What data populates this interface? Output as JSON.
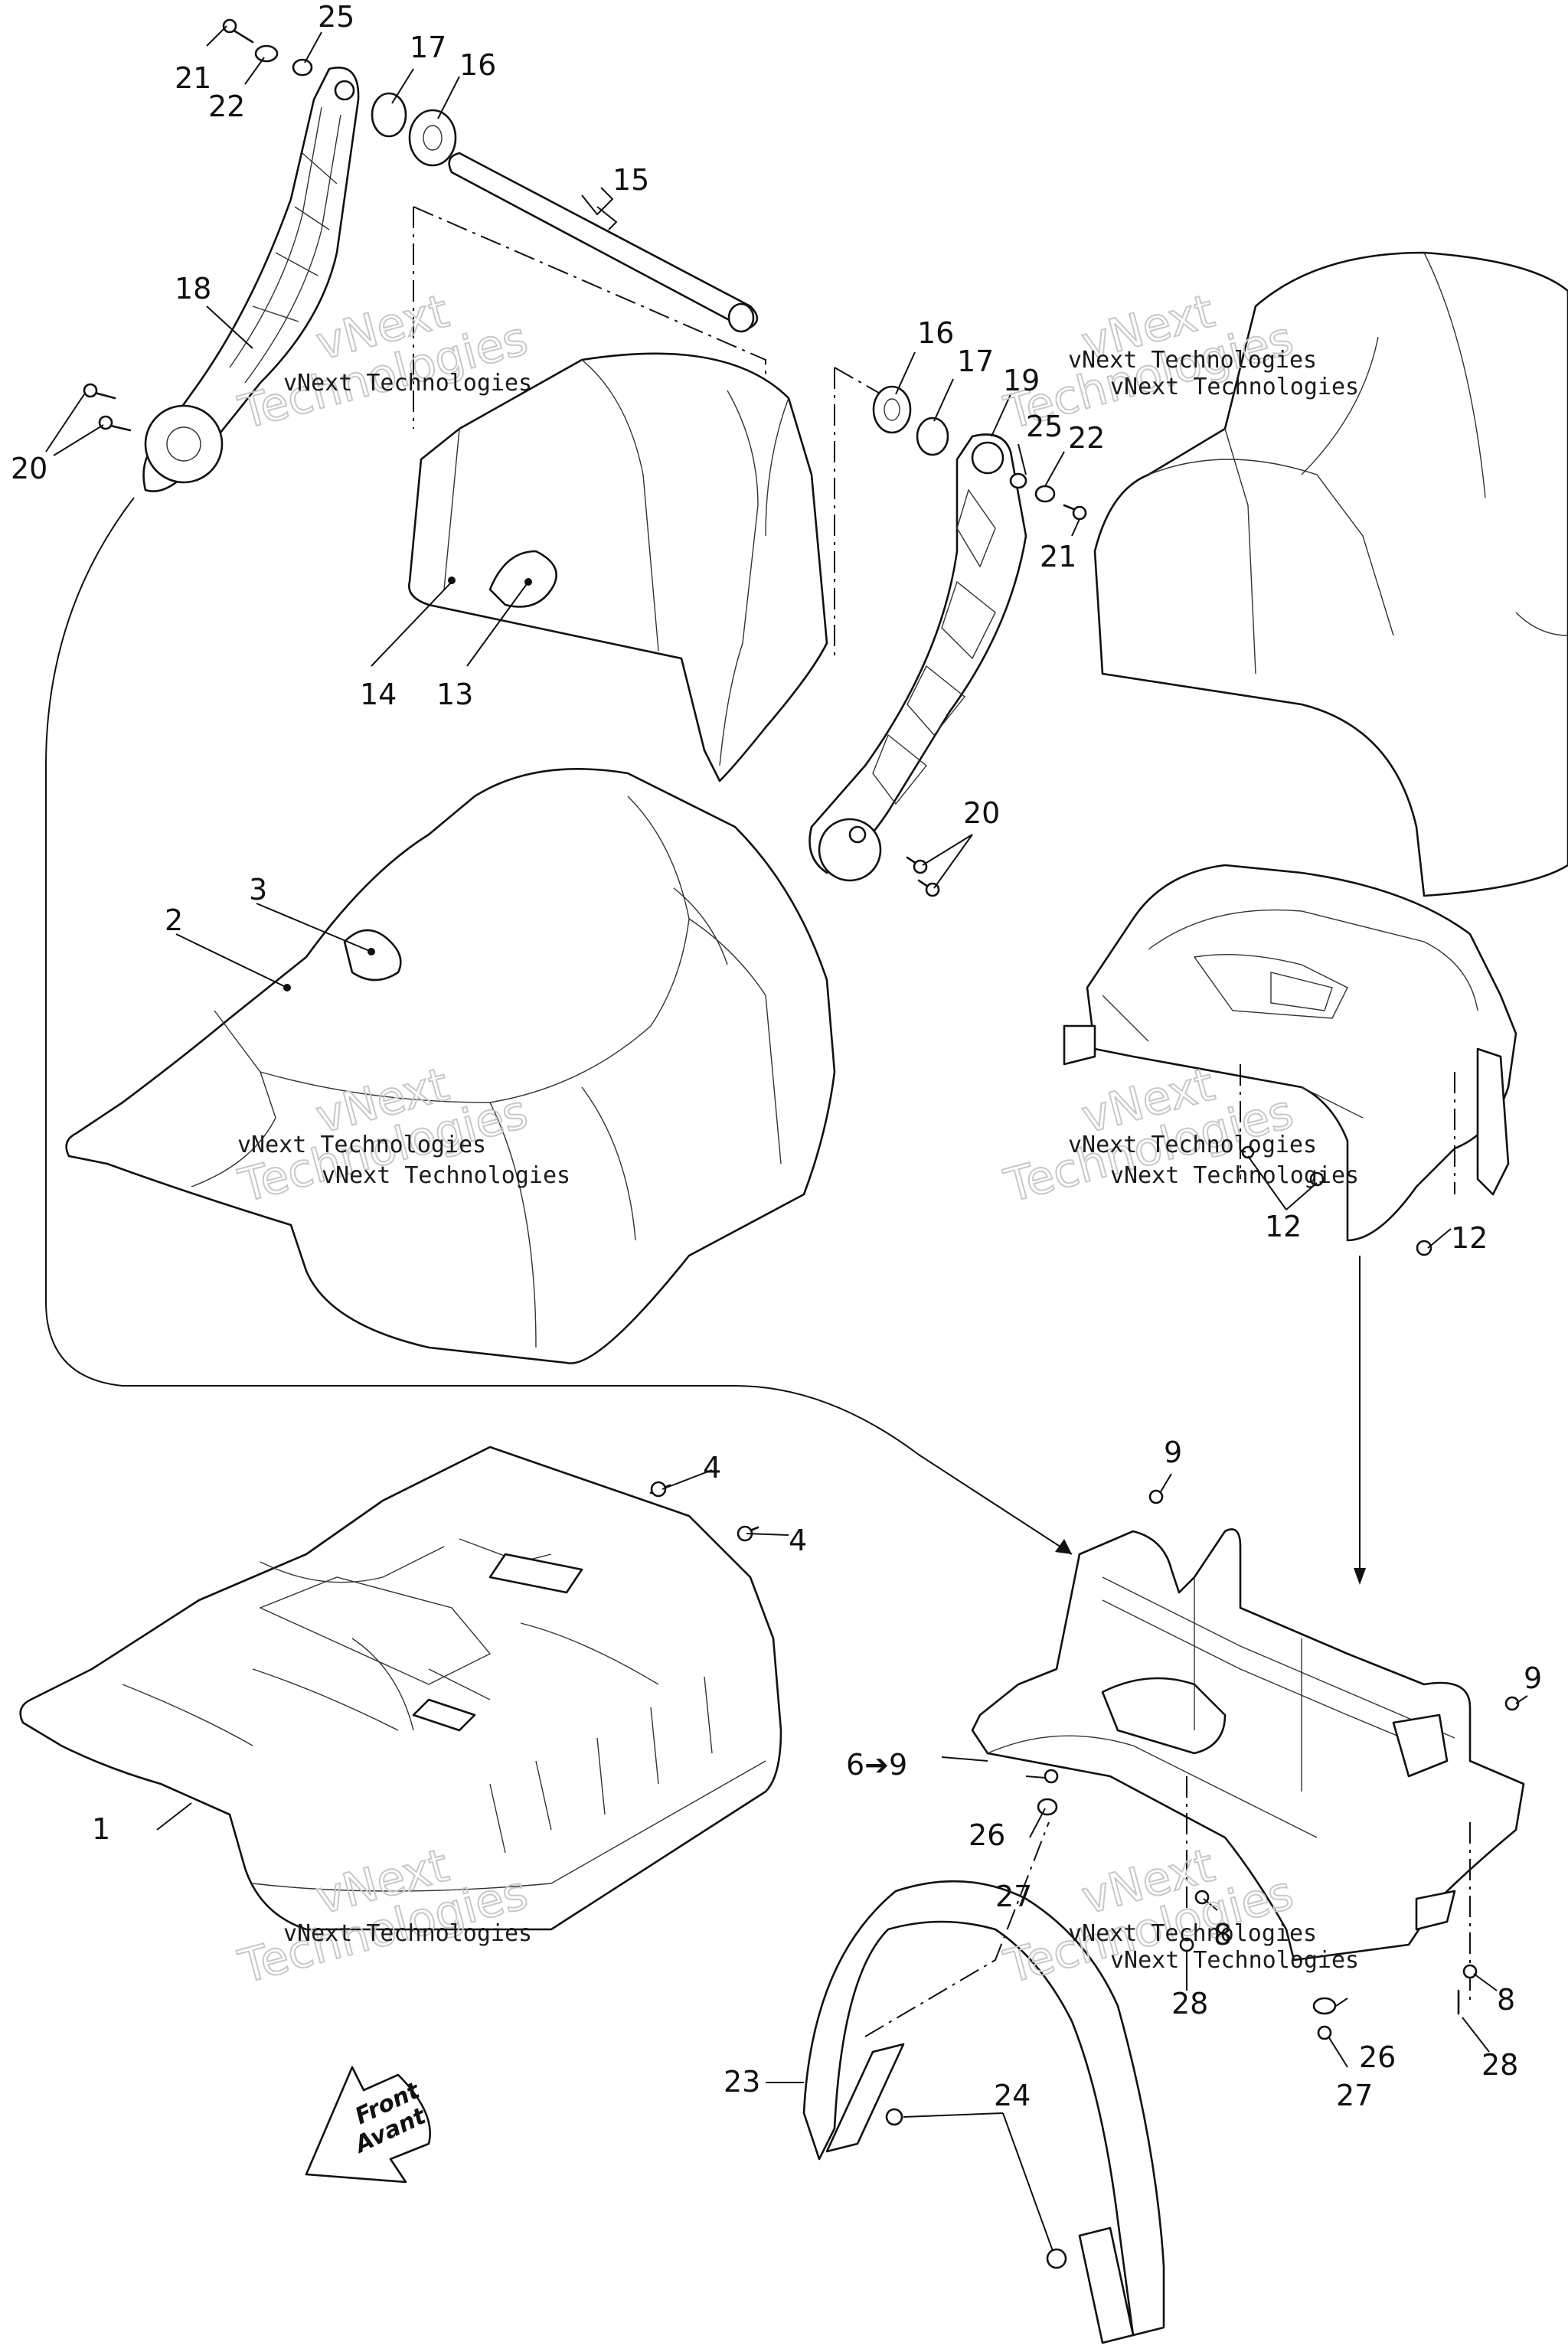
{
  "watermark": {
    "small": "vNext Technologies",
    "big_line1": "vNext",
    "big_line2": "Technologies"
  },
  "front_arrow": {
    "line1": "Front",
    "line2": "Avant"
  },
  "labels": {
    "n1": "1",
    "n2": "2",
    "n3": "3",
    "n4": "4",
    "n6_9": "6➔9",
    "n8": "8",
    "n9": "9",
    "n12": "12",
    "n13": "13",
    "n14": "14",
    "n15": "15",
    "n16": "16",
    "n17": "17",
    "n18": "18",
    "n19": "19",
    "n20": "20",
    "n21": "21",
    "n22": "22",
    "n23": "23",
    "n24": "24",
    "n25": "25",
    "n26": "26",
    "n27": "27",
    "n28": "28"
  }
}
